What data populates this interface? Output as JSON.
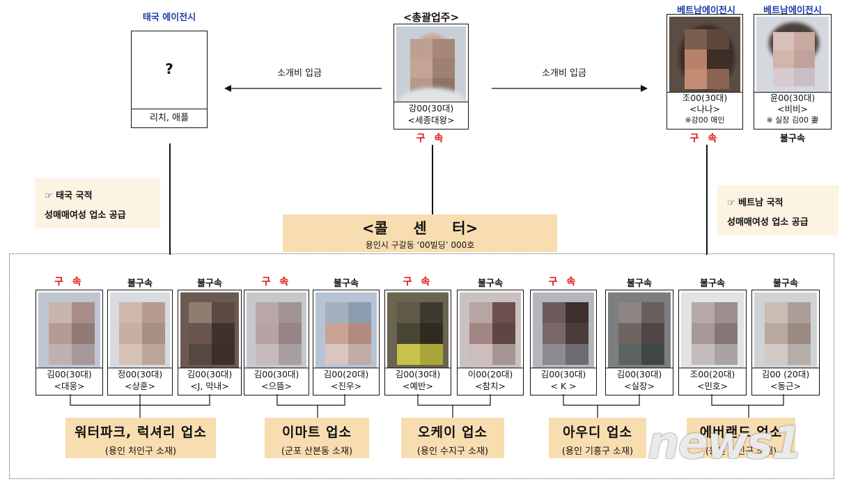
{
  "top": {
    "thai_agency": {
      "label": "태국 에이전시",
      "unknown": "?",
      "names": "리치, 애플"
    },
    "boss": {
      "label": "<총괄업주>",
      "name": "강00(30대)",
      "alias": "<세종대왕>",
      "status": "구 속"
    },
    "viet_agency_1": {
      "label": "베트남에이전시",
      "name": "조00(30대)",
      "alias": "<나나>",
      "note": "※강00 애인",
      "status": "구 속"
    },
    "viet_agency_2": {
      "label": "베트남에이전시",
      "name": "윤00(30대)",
      "alias": "<비비>",
      "note": "※ 실장 김00 妻",
      "status": "불구속"
    },
    "fee_left": "소개비 입금",
    "fee_right": "소개비 입금"
  },
  "notes": {
    "thai": {
      "line1": "☞ 태국 국적",
      "line2": "성매매여성 업소 공급"
    },
    "viet": {
      "line1": "☞ 베트남 국적",
      "line2": "성매매여성 업소 공급"
    }
  },
  "call_center": {
    "title": "<콜     센     터>",
    "address": "용인시 구갈동 ‘00빌딩’ 000호"
  },
  "members": [
    {
      "status": "구 속",
      "red": true,
      "name": "김00(30대)",
      "alias": "<대웅>"
    },
    {
      "status": "불구속",
      "red": false,
      "name": "정00(30대)",
      "alias": "<상훈>"
    },
    {
      "status": "불구속",
      "red": false,
      "name": "김00(30대)",
      "alias": "<J, 막내>"
    },
    {
      "status": "구 속",
      "red": true,
      "name": "김00(30대)",
      "alias": "<으뜸>"
    },
    {
      "status": "불구속",
      "red": false,
      "name": "김00(20대)",
      "alias": "<진우>"
    },
    {
      "status": "구 속",
      "red": true,
      "name": "김00(30대)",
      "alias": "<예반>"
    },
    {
      "status": "불구속",
      "red": false,
      "name": "이00(20대)",
      "alias": "<참치>"
    },
    {
      "status": "구 속",
      "red": true,
      "name": "김00(30대)",
      "alias": "< K >"
    },
    {
      "status": "불구속",
      "red": false,
      "name": "김00(30대)",
      "alias": "<실장>"
    },
    {
      "status": "불구속",
      "red": false,
      "name": "조00(20대)",
      "alias": "<민호>"
    },
    {
      "status": "불구속",
      "red": false,
      "name": "김00 (20대)",
      "alias": "<동근>"
    }
  ],
  "shops": [
    {
      "name": "워터파크, 럭셔리 업소",
      "location": "(용인 처인구 소재)"
    },
    {
      "name": "이마트 업소",
      "location": "(군포 산본동 소재)"
    },
    {
      "name": "오케이 업소",
      "location": "(용인 수지구 소재)"
    },
    {
      "name": "아우디 업소",
      "location": "(용인 기흥구 소재)"
    },
    {
      "name": "에버랜드 업소",
      "location": "(용인 처인구 소재)"
    }
  ],
  "watermark": "news1",
  "colors": {
    "red": "#e01010",
    "blue": "#1f3aa8",
    "box": "#f8ddb1",
    "note": "#fdf3e3"
  }
}
